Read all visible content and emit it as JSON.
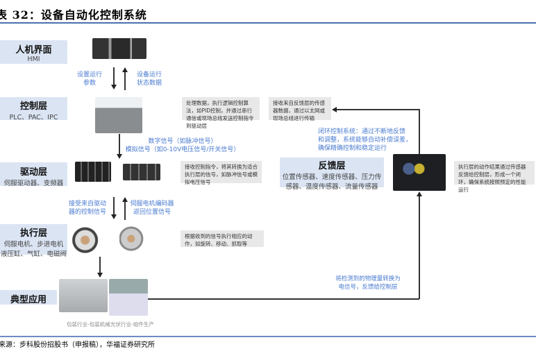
{
  "title": "表 32：设备自动化控制系统",
  "layers": {
    "hmi": {
      "name": "人机界面",
      "sub": "HMI"
    },
    "control": {
      "name": "控制层",
      "sub": "PLC、PAC、IPC"
    },
    "drive": {
      "name": "驱动层",
      "sub": "伺服驱动器、变频器"
    },
    "exec": {
      "name": "执行层",
      "sub1": "伺服电机、步进电机",
      "sub2": "液压缸、气缸、电磁阀"
    },
    "app": {
      "name": "典型应用"
    },
    "feedback": {
      "name": "反馈层",
      "sub1": "位置传感器、速度传感器、压力传",
      "sub2": "感器、温度传感器、流量传感器"
    }
  },
  "flows": {
    "set_params": [
      "设置运行",
      "参数"
    ],
    "status_data": [
      "设备运行",
      "状态数据"
    ],
    "signals": [
      "数字信号（如脉冲信号）",
      "模拟信号（如0-10V电压信号/开关信号）"
    ],
    "recv_drive": [
      "接受来自驱动",
      "器的控制信号"
    ],
    "encoder": [
      "伺服电机编码器",
      "返回位置信号"
    ],
    "closed_loop": [
      "闭环控制系统：通过不断地反馈",
      "和调整，系统能够自动补偿误差，",
      "确保精确控制和稳定运行"
    ],
    "convert": [
      "将检测到的物理量转换为",
      "电信号，反馈给控制层"
    ]
  },
  "notes": {
    "control": "处理数据，执行逻辑控制算法，如PID控制，并通过串行通信或现场总线发送控制指令到驱动层",
    "feedback_recv": "接收来自反馈层的传感器数据，通过以太网或现场总线进行传输",
    "drive": "接收控制指令，将其转换为适合执行层的信号，如脉冲信号或模拟电压信号",
    "exec": "根据收到的信号执行相应的动作，如旋转、移动、抓取等",
    "feedback": "执行层的动作结果通过传感器反馈给控制层，形成一个闭环，确保系统按照预定的性能运行"
  },
  "captions": {
    "packaging": "包装行业-包装机械",
    "pv": "光伏行业-组件生产"
  },
  "source": "来源：步科股份招股书（申报稿），华福证券研究所"
}
